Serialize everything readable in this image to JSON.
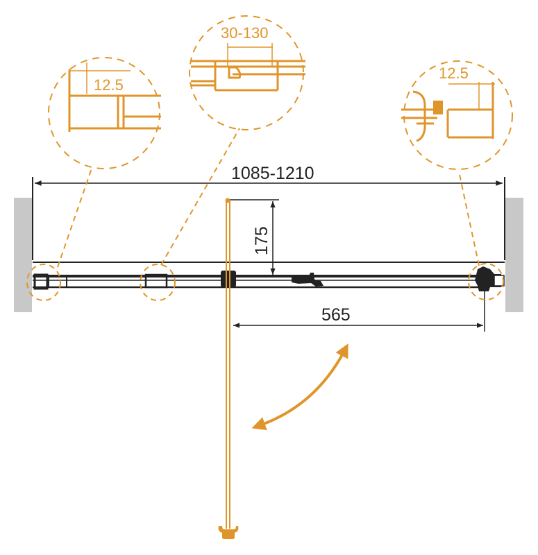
{
  "colors": {
    "accent": "#e0952a",
    "ink": "#222222",
    "wall": "#c8c8c8",
    "background": "#ffffff"
  },
  "dimensions": {
    "total_width": "1085-1210",
    "door_clearance": "175",
    "door_opening": "565"
  },
  "details": {
    "left_wall_profile": {
      "label": "12.5"
    },
    "adjustment_range": {
      "label": "30-130"
    },
    "right_wall_profile": {
      "label": "12.5"
    }
  },
  "icons": {
    "swing": "double-arrow-swing-icon",
    "handle": "door-handle-icon"
  }
}
